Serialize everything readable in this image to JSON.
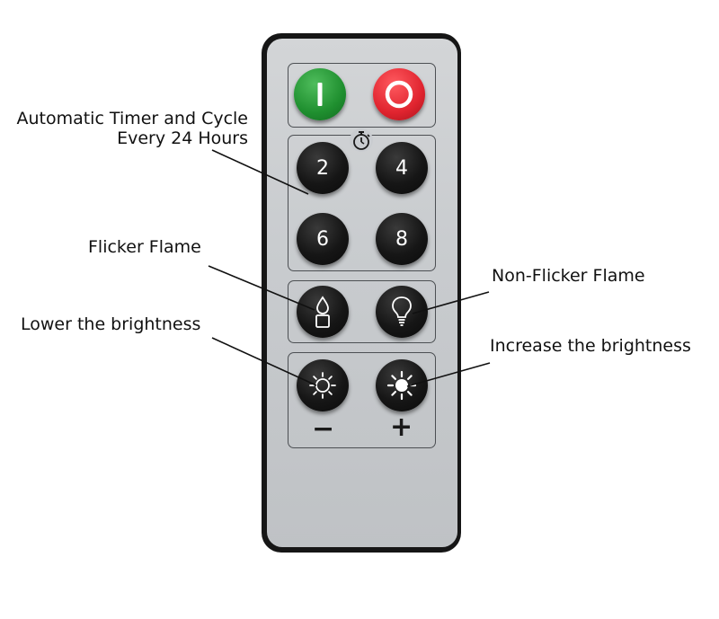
{
  "annotations": {
    "timer_line1": "Automatic Timer and Cycle",
    "timer_line2": "Every 24 Hours",
    "flicker": "Flicker Flame",
    "non_flicker": "Non-Flicker Flame",
    "lower": "Lower the brightness",
    "increase": "Increase the brightness"
  },
  "remote": {
    "timer_buttons": [
      "2",
      "4",
      "6",
      "8"
    ],
    "minus_sign": "−",
    "plus_sign": "+",
    "icons": {
      "on": "power-on-icon",
      "off": "power-off-icon",
      "timer": "stopwatch-icon",
      "flicker": "candle-flame-icon",
      "non_flicker": "light-bulb-icon",
      "dim": "sun-outline-icon",
      "bright": "sun-filled-icon"
    },
    "colors": {
      "on_button": "#1f8f2f",
      "off_button": "#e0242f",
      "button": "#161616",
      "casing": "#161616",
      "face": "#c9cccf"
    }
  }
}
